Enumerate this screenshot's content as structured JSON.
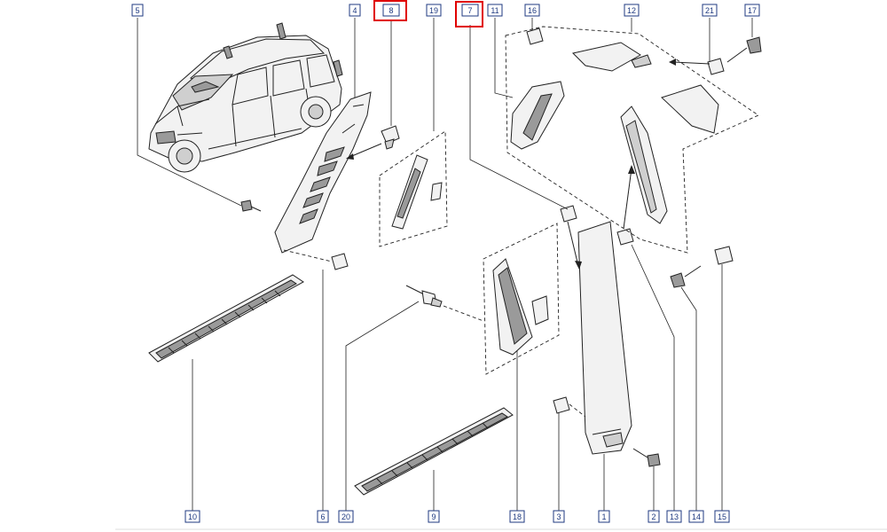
{
  "callouts": [
    {
      "id": "c5",
      "text": "5",
      "highlight": false
    },
    {
      "id": "c4",
      "text": "4",
      "highlight": false
    },
    {
      "id": "c8",
      "text": "8",
      "highlight": true
    },
    {
      "id": "c19",
      "text": "19",
      "highlight": false
    },
    {
      "id": "c7",
      "text": "7",
      "highlight": true
    },
    {
      "id": "c11",
      "text": "11",
      "highlight": false
    },
    {
      "id": "c16",
      "text": "16",
      "highlight": false
    },
    {
      "id": "c12",
      "text": "12",
      "highlight": false
    },
    {
      "id": "c21",
      "text": "21",
      "highlight": false
    },
    {
      "id": "c17",
      "text": "17",
      "highlight": false
    },
    {
      "id": "c10",
      "text": "10",
      "highlight": false
    },
    {
      "id": "c6",
      "text": "6",
      "highlight": false
    },
    {
      "id": "c20",
      "text": "20",
      "highlight": false
    },
    {
      "id": "c9",
      "text": "9",
      "highlight": false
    },
    {
      "id": "c18",
      "text": "18",
      "highlight": false
    },
    {
      "id": "c3",
      "text": "3",
      "highlight": false
    },
    {
      "id": "c1",
      "text": "1",
      "highlight": false
    },
    {
      "id": "c2",
      "text": "2",
      "highlight": false
    },
    {
      "id": "c13",
      "text": "13",
      "highlight": false
    },
    {
      "id": "c14",
      "text": "14",
      "highlight": false
    },
    {
      "id": "c15",
      "text": "15",
      "highlight": false
    }
  ],
  "colors": {
    "label_border": "#1f3a80",
    "label_text": "#1f3a80",
    "highlight": "#e00000",
    "line": "#222222"
  }
}
